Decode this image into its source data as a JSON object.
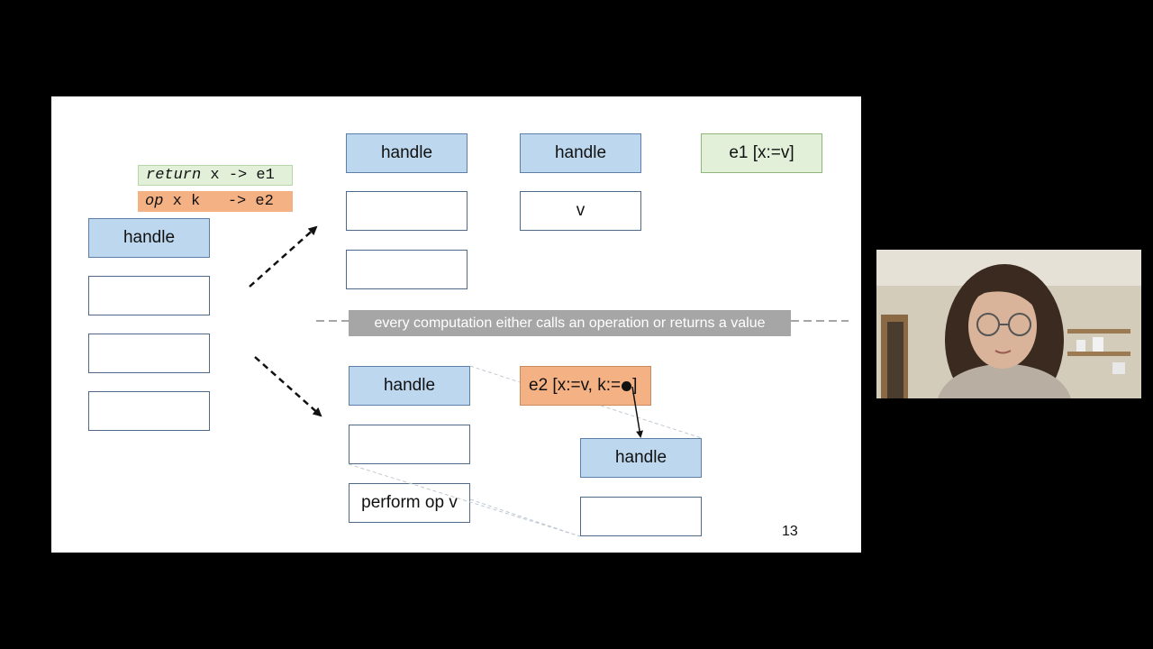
{
  "legend": {
    "return_keyword": "return",
    "return_rest": " x -> e1",
    "op_keyword": "op",
    "op_rest": " x k   -> e2"
  },
  "stack_left": {
    "handle": "handle"
  },
  "top_branch": {
    "stack1_handle": "handle",
    "stack2_handle": "handle",
    "stack2_value": "v",
    "result": "e1 [x:=v]"
  },
  "divider_label": "every computation either calls an operation or returns a value",
  "bottom_branch": {
    "stack1_handle": "handle",
    "stack1_perform": "perform op v",
    "e2_label": "e2 [x:=v, k:=",
    "e2_close": "]",
    "stack2_handle": "handle"
  },
  "page_number": "13",
  "colors": {
    "handle_fill": "#bdd7ee",
    "return_fill": "#e2f0d9",
    "op_fill": "#f4b183",
    "divider": "#a6a6a6"
  }
}
